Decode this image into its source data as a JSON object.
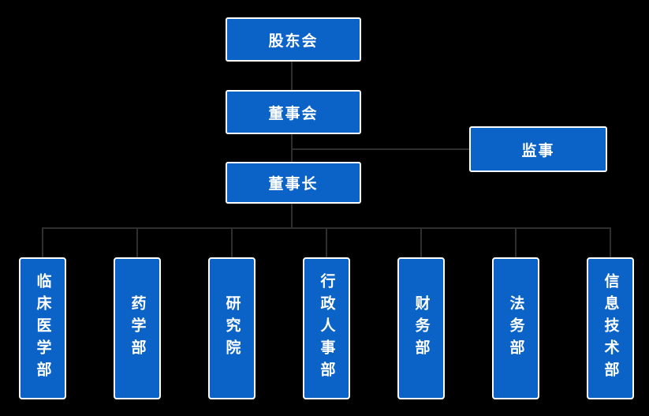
{
  "diagram": {
    "type": "org-chart",
    "colors": {
      "background": "#000000",
      "node_fill": "#0b63c8",
      "node_border": "#ffffff",
      "node_text": "#ffffff",
      "connector": "#2e2e2e"
    },
    "nodes": {
      "shareholders": {
        "label": "股东会"
      },
      "board": {
        "label": "董事会"
      },
      "supervisor": {
        "label": "监事"
      },
      "chairman": {
        "label": "董事长"
      },
      "departments": [
        {
          "label": "临床医学部"
        },
        {
          "label": "药学部"
        },
        {
          "label": "研究院"
        },
        {
          "label": "行政人事部"
        },
        {
          "label": "财务部"
        },
        {
          "label": "法务部"
        },
        {
          "label": "信息技术部"
        }
      ]
    },
    "edges": [
      {
        "from": "股东会",
        "to": "董事会"
      },
      {
        "from": "董事会",
        "to": "董事长"
      },
      {
        "from": "董事会",
        "to": "监事"
      },
      {
        "from": "董事长",
        "to": "临床医学部"
      },
      {
        "from": "董事长",
        "to": "药学部"
      },
      {
        "from": "董事长",
        "to": "研究院"
      },
      {
        "from": "董事长",
        "to": "行政人事部"
      },
      {
        "from": "董事长",
        "to": "财务部"
      },
      {
        "from": "董事长",
        "to": "法务部"
      },
      {
        "from": "董事长",
        "to": "信息技术部"
      }
    ]
  }
}
